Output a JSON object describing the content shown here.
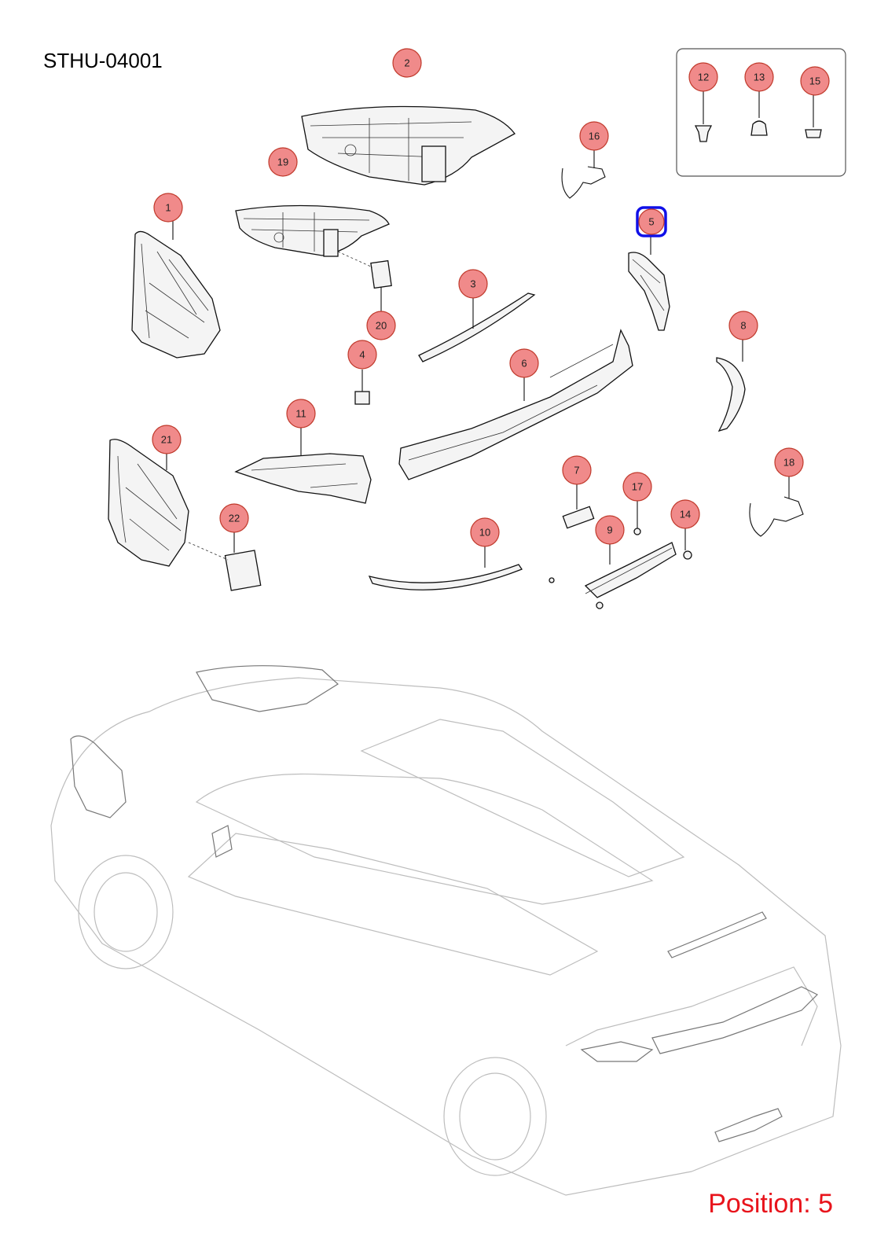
{
  "diagram_code": "STHU-04001",
  "position_label": "Position: 5",
  "selected_callout": "5",
  "colors": {
    "callout_fill": "#f08a8a",
    "callout_stroke": "#c0392b",
    "highlight": "#1010e8",
    "position_text": "#e8141c"
  },
  "callouts": {
    "c1": "1",
    "c2": "2",
    "c3": "3",
    "c4": "4",
    "c5": "5",
    "c6": "6",
    "c7": "7",
    "c8": "8",
    "c9": "9",
    "c10": "10",
    "c11": "11",
    "c12": "12",
    "c13": "13",
    "c14": "14",
    "c15": "15",
    "c16": "16",
    "c17": "17",
    "c18": "18",
    "c19": "19",
    "c20": "20",
    "c21": "21",
    "c22": "22"
  }
}
